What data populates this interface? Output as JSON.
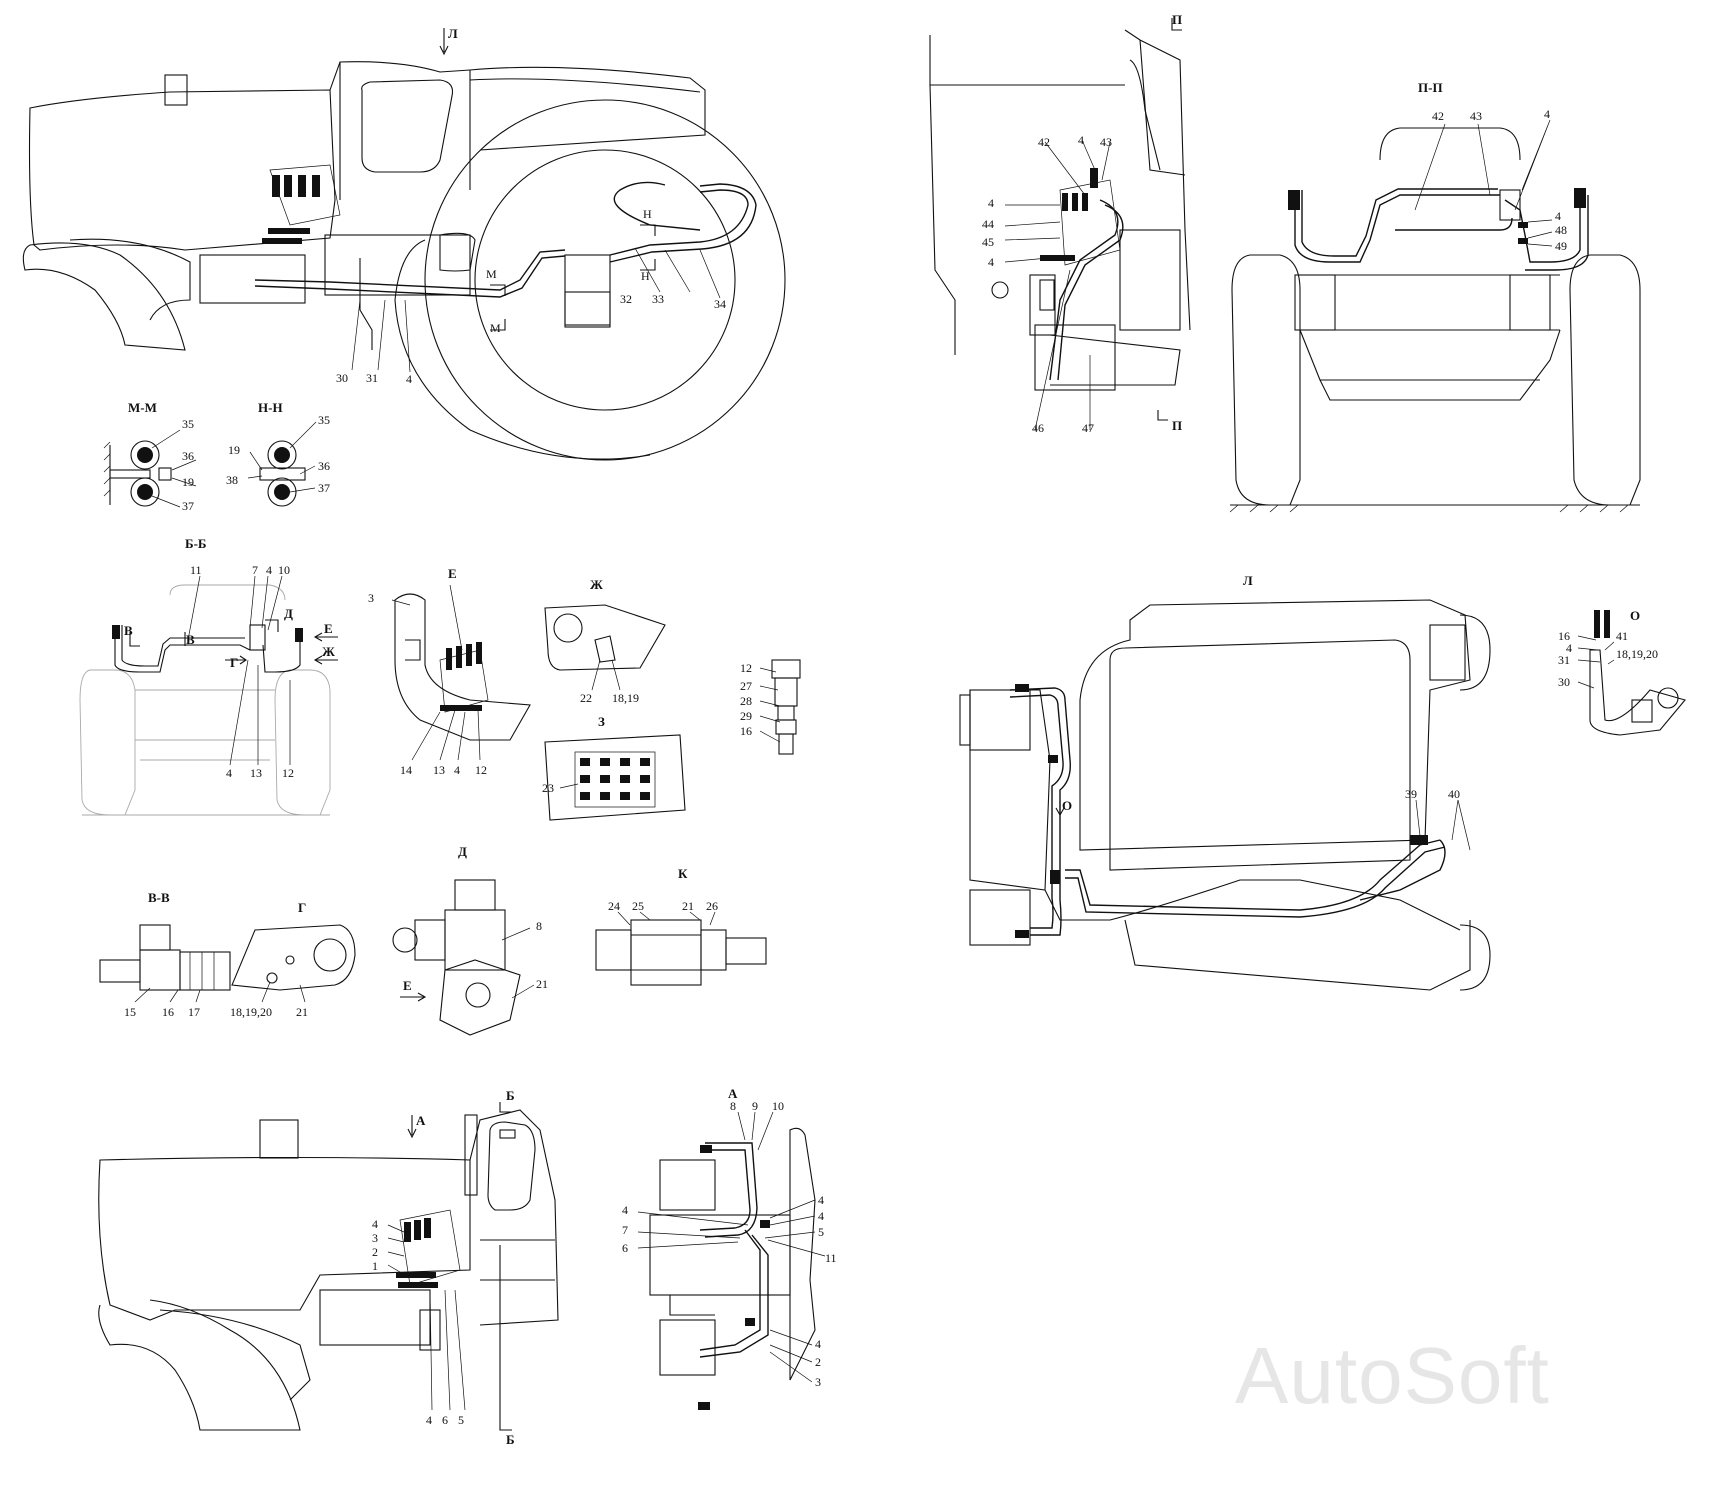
{
  "watermark": "AutoSoft",
  "views": {
    "top_left": {
      "section_marks": [
        "Л",
        "М",
        "М",
        "Н",
        "Н"
      ],
      "callouts": [
        "30",
        "31",
        "4",
        "32",
        "33",
        "34"
      ]
    },
    "mm": {
      "title": "М-М",
      "callouts": [
        "35",
        "36",
        "19",
        "37"
      ]
    },
    "nn": {
      "title": "Н-Н",
      "callouts": [
        "35",
        "19",
        "38",
        "36",
        "37"
      ]
    },
    "side_p": {
      "section_marks": [
        "П",
        "П"
      ],
      "callouts": [
        "42",
        "4",
        "43",
        "4",
        "44",
        "45",
        "4",
        "46",
        "47"
      ]
    },
    "pp": {
      "title": "П-П",
      "callouts": [
        "42",
        "43",
        "4",
        "4",
        "48",
        "49"
      ]
    },
    "bb": {
      "title": "Б-Б",
      "section_marks": [
        "В",
        "В",
        "Г",
        "Д",
        "Е",
        "Ж"
      ],
      "callouts": [
        "11",
        "7",
        "4",
        "10",
        "4",
        "13",
        "12"
      ]
    },
    "e": {
      "title": "Е",
      "callouts": [
        "3",
        "14",
        "13",
        "4",
        "12"
      ]
    },
    "zh": {
      "title": "Ж",
      "callouts": [
        "22",
        "18,19"
      ]
    },
    "z": {
      "title": "З",
      "callouts": [
        "23"
      ]
    },
    "detail": {
      "callouts": [
        "12",
        "27",
        "28",
        "29",
        "16"
      ]
    },
    "vv": {
      "title": "В-В",
      "callouts": [
        "15",
        "16",
        "17"
      ]
    },
    "g": {
      "title": "Г",
      "callouts": [
        "18,19,20",
        "21"
      ]
    },
    "d": {
      "title": "Д",
      "callouts": [
        "8",
        "21",
        "Е"
      ]
    },
    "k": {
      "title": "К",
      "callouts": [
        "24",
        "25",
        "21",
        "26"
      ]
    },
    "l": {
      "title": "Л",
      "callouts": [
        "О",
        "39",
        "40"
      ]
    },
    "o": {
      "title": "О",
      "callouts": [
        "16",
        "4",
        "31",
        "30",
        "41",
        "18,19,20"
      ]
    },
    "bottom_left": {
      "section_marks": [
        "А",
        "Б",
        "Б"
      ],
      "callouts": [
        "4",
        "3",
        "2",
        "1",
        "4",
        "6",
        "5"
      ]
    },
    "a": {
      "title": "А",
      "callouts": [
        "8",
        "9",
        "10",
        "4",
        "7",
        "6",
        "4",
        "4",
        "5",
        "11",
        "4",
        "2",
        "3"
      ]
    }
  }
}
